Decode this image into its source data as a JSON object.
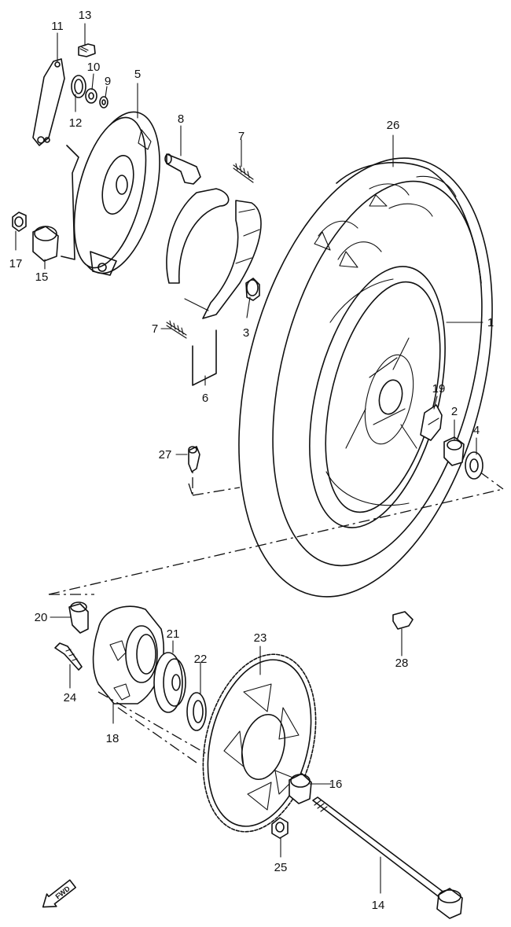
{
  "callouts": [
    {
      "id": "c1",
      "text": "1"
    },
    {
      "id": "c2",
      "text": "2"
    },
    {
      "id": "c3",
      "text": "3"
    },
    {
      "id": "c4",
      "text": "4"
    },
    {
      "id": "c5",
      "text": "5"
    },
    {
      "id": "c6",
      "text": "6"
    },
    {
      "id": "c7a",
      "text": "7"
    },
    {
      "id": "c7b",
      "text": "7"
    },
    {
      "id": "c8",
      "text": "8"
    },
    {
      "id": "c9",
      "text": "9"
    },
    {
      "id": "c10",
      "text": "10"
    },
    {
      "id": "c11",
      "text": "11"
    },
    {
      "id": "c12",
      "text": "12"
    },
    {
      "id": "c13",
      "text": "13"
    },
    {
      "id": "c14",
      "text": "14"
    },
    {
      "id": "c15",
      "text": "15"
    },
    {
      "id": "c16",
      "text": "16"
    },
    {
      "id": "c17",
      "text": "17"
    },
    {
      "id": "c18",
      "text": "18"
    },
    {
      "id": "c19",
      "text": "19"
    },
    {
      "id": "c20",
      "text": "20"
    },
    {
      "id": "c21",
      "text": "21"
    },
    {
      "id": "c22",
      "text": "22"
    },
    {
      "id": "c23",
      "text": "23"
    },
    {
      "id": "c24",
      "text": "24"
    },
    {
      "id": "c25",
      "text": "25"
    },
    {
      "id": "c26",
      "text": "26"
    },
    {
      "id": "c27",
      "text": "27"
    },
    {
      "id": "c28",
      "text": "28"
    }
  ],
  "fwd_arrow": {
    "text": "FWD"
  },
  "icons": {
    "fwd": "forward-direction-arrow-icon"
  }
}
